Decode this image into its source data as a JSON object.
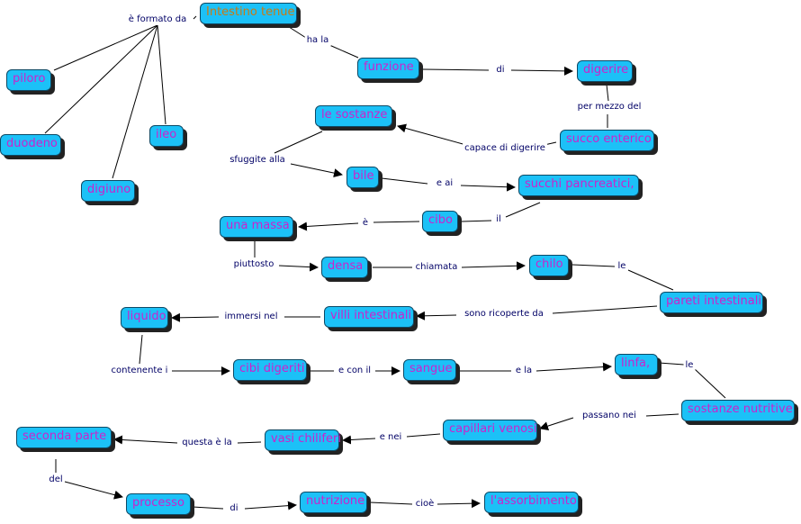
{
  "colors": {
    "node_fill": "#1cc1f7",
    "node_text": "#cc22cc",
    "main_text": "#c87a14",
    "label_text": "#000066",
    "line": "#000000"
  },
  "concepts": {
    "intestino": "Intestino tenue",
    "piloro": "piloro",
    "duodeno": "duodeno",
    "digiuno": "digiuno",
    "ileo": "ileo",
    "funzione": "funzione",
    "digerire": "digerire",
    "sostanze": "le sostanze",
    "succo": "succo enterico",
    "bile": "bile",
    "succhi": "succhi pancreatici,",
    "cibo": "cibo",
    "massa": "una massa",
    "densa": "densa",
    "chilo": "chilo",
    "pareti": "pareti intestinali",
    "villi": "villi intestinali",
    "liquido": "liquido",
    "cibi": "cibi digeriti",
    "sangue": "sangue",
    "linfa": "linfa,",
    "nutritive": "sostanze nutritive",
    "capillari": "capillari venosi",
    "vasi": "vasi chiliferi",
    "seconda": "seconda parte",
    "processo": "processo",
    "nutrizione": "nutrizione",
    "assorbimento": "l'assorbimento"
  },
  "links": {
    "formato": "è formato da",
    "hala": "ha la",
    "di1": "di",
    "permezzo": "per mezzo del",
    "capace": "capace di digerire",
    "sfuggite": "sfuggite alla",
    "eai": "e ai",
    "il": "il",
    "e": "è",
    "piuttosto": "piuttosto",
    "chiamata": "chiamata",
    "le1": "le",
    "ricoperte": "sono ricoperte da",
    "immersi": "immersi nel",
    "contenente": "contenente i",
    "econil": "e con il",
    "ela": "e la",
    "le2": "le",
    "passano": "passano nei",
    "enei": "e nei",
    "questa": "questa è la",
    "del": "del",
    "di2": "di",
    "cioe": "cioè"
  }
}
